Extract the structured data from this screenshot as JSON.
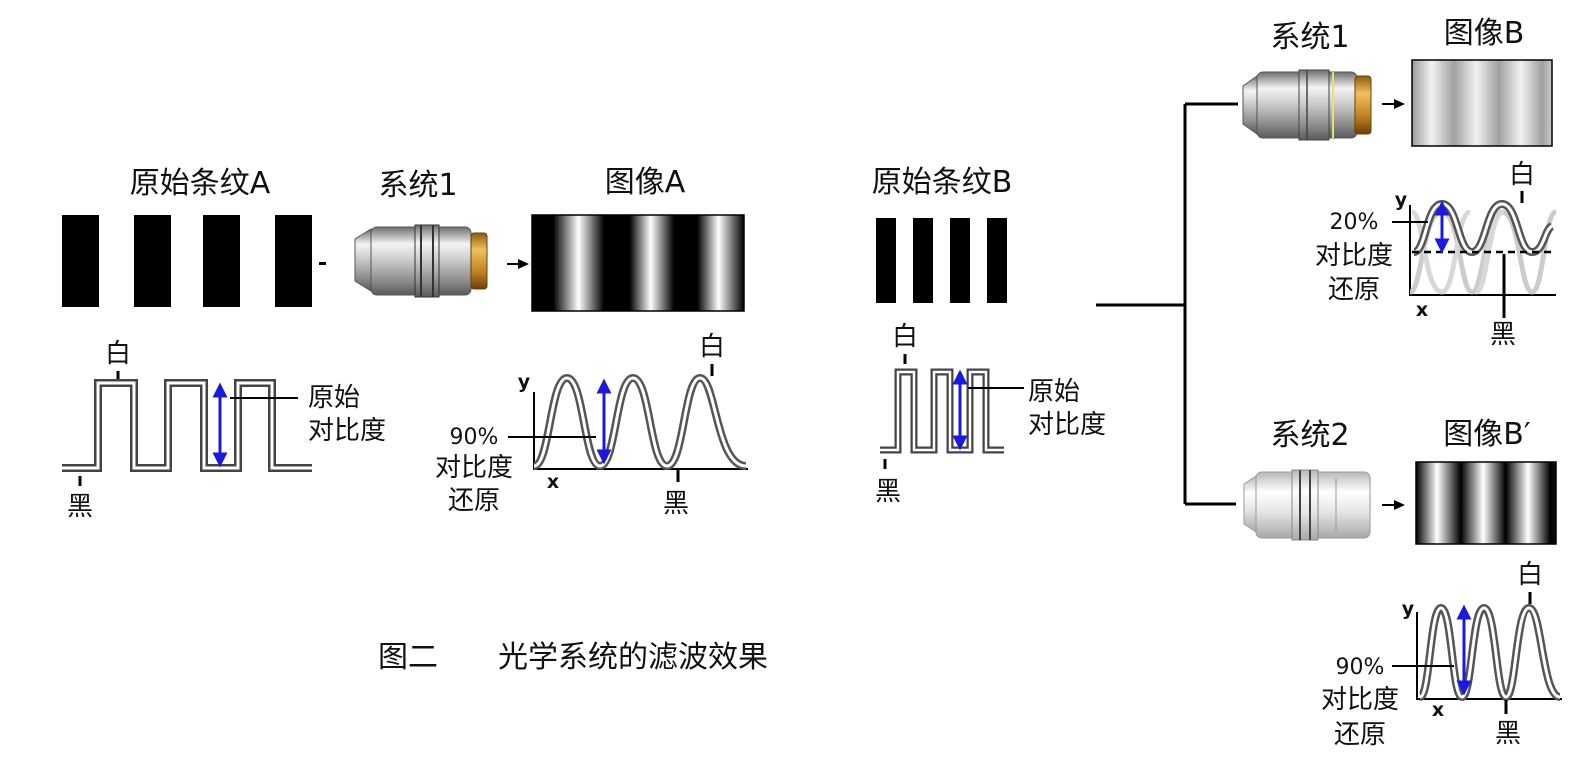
{
  "caption": "图二　　光学系统的滤波效果",
  "panel_a": {
    "original_label": "原始条纹A",
    "system_label": "系统1",
    "image_label": "图像A",
    "white": "白",
    "black": "黑",
    "orig_contrast_line1": "原始",
    "orig_contrast_line2": "对比度",
    "restored_percent": "90%",
    "restored_line1": "对比度",
    "restored_line2": "还原",
    "axis_y": "y",
    "axis_x": "x"
  },
  "panel_b": {
    "original_label": "原始条纹B",
    "white": "白",
    "black": "黑",
    "orig_contrast_line1": "原始",
    "orig_contrast_line2": "对比度"
  },
  "branch_top": {
    "system_label": "系统1",
    "image_label": "图像B",
    "white": "白",
    "black": "黑",
    "restored_percent": "20%",
    "restored_line1": "对比度",
    "restored_line2": "还原",
    "axis_y": "y",
    "axis_x": "x"
  },
  "branch_bottom": {
    "system_label": "系统2",
    "image_label": "图像B′",
    "white": "白",
    "black": "黑",
    "restored_percent": "90%",
    "restored_line1": "对比度",
    "restored_line2": "还原",
    "axis_y": "y",
    "axis_x": "x"
  },
  "colors": {
    "arrow_blue": "#1a1adb",
    "lens_brass": "#d49a2a",
    "lens_yellow_ring": "#e8e070",
    "wave_stroke": "#555555"
  }
}
